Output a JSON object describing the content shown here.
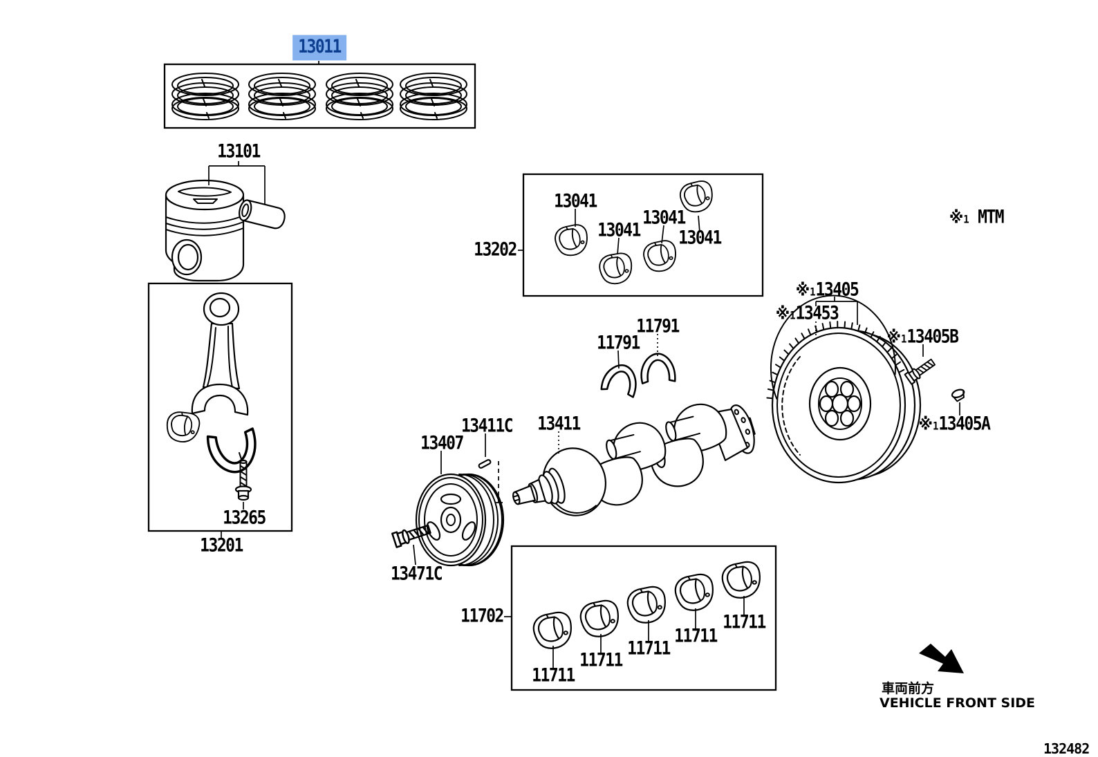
{
  "doc": {
    "figure_code": "132482",
    "note": {
      "mark": "※",
      "ref": "1",
      "text": " MTM"
    },
    "front": {
      "jp": "車両前方",
      "en": "VEHICLE FRONT SIDE"
    }
  },
  "colors": {
    "paper": "#ffffff",
    "ink": "#000000",
    "highlight_bg": "#85b2ee",
    "highlight_text": "#0d3d8f"
  },
  "parts": {
    "piston_ring_set": {
      "number": "13011",
      "highlighted": true
    },
    "piston_with_pin": {
      "number": "13101"
    },
    "connecting_rod_sub": {
      "number": "13201"
    },
    "connecting_rod_bolt": {
      "number": "13265"
    },
    "rod_bearing_set": {
      "number": "13202"
    },
    "rod_bearing": {
      "number": "13041"
    },
    "thrust_washer": {
      "number": "11791"
    },
    "crankshaft_pulley": {
      "number": "13407"
    },
    "pulley_set_key": {
      "number": "13411C"
    },
    "crankshaft": {
      "number": "13411"
    },
    "pulley_bolt": {
      "number": "13471C"
    },
    "flywheel": {
      "mark": "※",
      "ref": "1",
      "number": "13405"
    },
    "flywheel_ring_gear": {
      "mark": "※",
      "ref": "1",
      "number": "13453"
    },
    "flywheel_bolt": {
      "mark": "※",
      "ref": "1",
      "number": "13405B"
    },
    "flywheel_dowel": {
      "mark": "※",
      "ref": "1",
      "number": "13405A"
    },
    "main_bearing_set": {
      "number": "11702"
    },
    "main_bearing": {
      "number": "11711"
    }
  }
}
